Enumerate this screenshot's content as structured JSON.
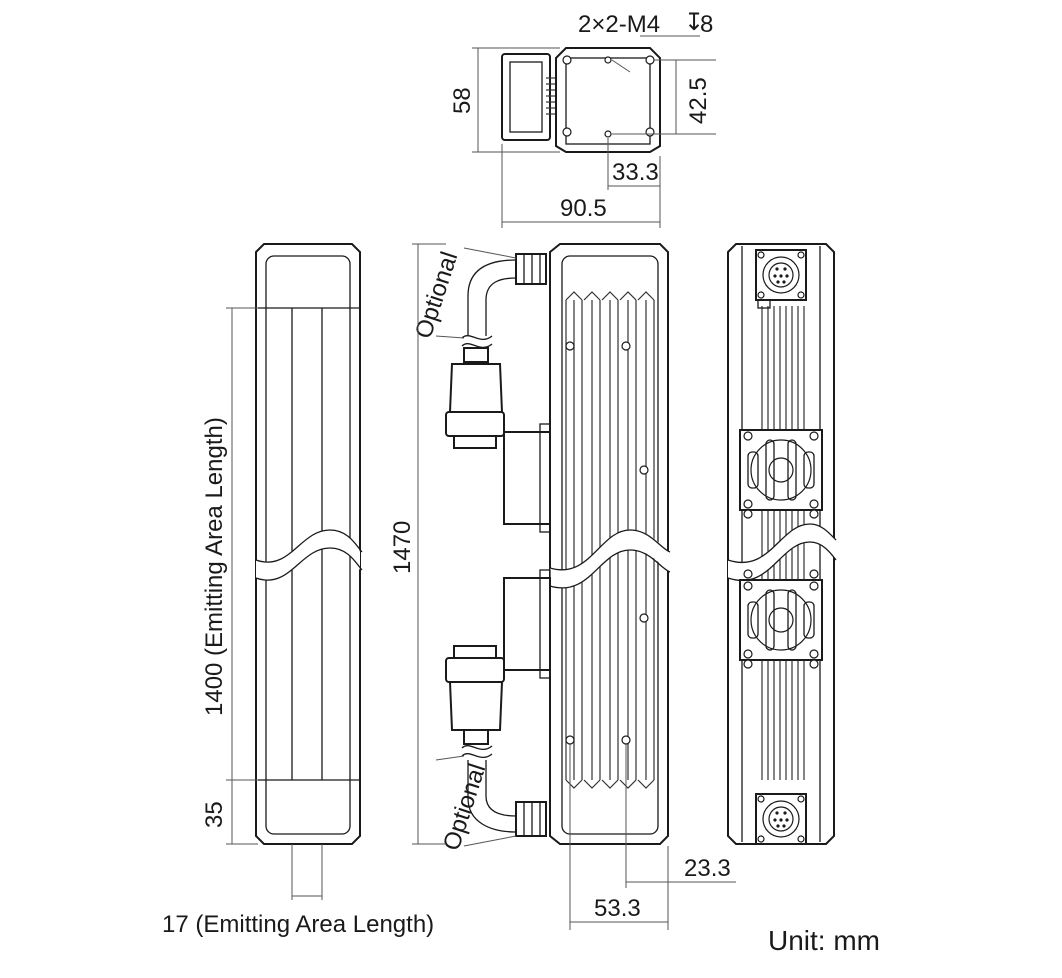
{
  "dimensions": {
    "hole_spec": "2×2-M4",
    "hole_depth": "8",
    "height_58": "58",
    "height_42_5": "42.5",
    "offset_33_3": "33.3",
    "width_90_5": "90.5",
    "emitting_length": "1400 (Emitting Area Length)",
    "total_length": "1470",
    "end_35": "35",
    "offset_23_3": "23.3",
    "offset_53_3": "53.3",
    "emitting_width": "17 (Emitting Area Length)"
  },
  "labels": {
    "optional_top": "Optional",
    "optional_bottom": "Optional",
    "unit": "Unit: mm"
  },
  "colors": {
    "line": "#1a1a1a",
    "dimension": "#555555",
    "background": "#ffffff"
  }
}
